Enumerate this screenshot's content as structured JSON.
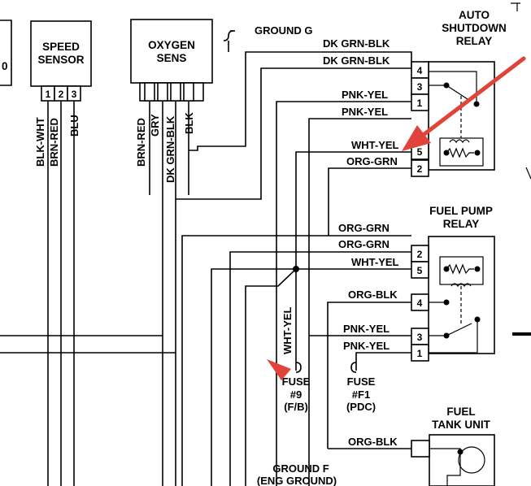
{
  "components": {
    "speed_sensor": {
      "title_line1": "SPEED",
      "title_line2": "SENSOR",
      "pins": [
        "1",
        "2",
        "3"
      ]
    },
    "oxygen_sensor": {
      "title_line1": "OXYGEN",
      "title_line2": "SENS"
    },
    "asd_relay": {
      "title_line1": "AUTO",
      "title_line2": "SHUTDOWN",
      "title_line3": "RELAY",
      "pins": [
        "4",
        "3",
        "1",
        "5",
        "2"
      ]
    },
    "fuel_pump_relay": {
      "title_line1": "FUEL PUMP",
      "title_line2": "RELAY",
      "pins": [
        "2",
        "5",
        "4",
        "3",
        "1"
      ]
    },
    "fuel_tank_unit": {
      "title_line1": "FUEL",
      "title_line2": "TANK UNIT"
    }
  },
  "wires": {
    "speed_sensor": [
      "BLK-WHT",
      "BRN-RED",
      "BLU"
    ],
    "oxygen_sensor": [
      "BRN-RED",
      "GRY",
      "DK GRN-BLK",
      "BLK"
    ],
    "asd_relay": [
      "DK GRN-BLK",
      "DK GRN-BLK",
      "PNK-YEL",
      "PNK-YEL",
      "WHT-YEL",
      "ORG-GRN"
    ],
    "fuel_pump_relay": [
      "ORG-GRN",
      "ORG-GRN",
      "WHT-YEL",
      "ORG-BLK",
      "PNK-YEL",
      "PNK-YEL"
    ],
    "fuse9_wire": "WHT-YEL",
    "tank_wire": "ORG-BLK"
  },
  "grounds": {
    "ground_g": "GROUND G",
    "ground_f_line1": "GROUND F",
    "ground_f_line2": "(ENG GROUND)"
  },
  "fuses": {
    "fuse9": {
      "line1": "FUSE",
      "line2": "#9",
      "line3": "(F/B)"
    },
    "fusef1": {
      "line1": "FUSE",
      "line2": "#F1",
      "line3": "(PDC)"
    }
  },
  "partial_text": {
    "left_edge": "0"
  },
  "colors": {
    "arrow": "#e0433a",
    "ink": "#000000"
  }
}
